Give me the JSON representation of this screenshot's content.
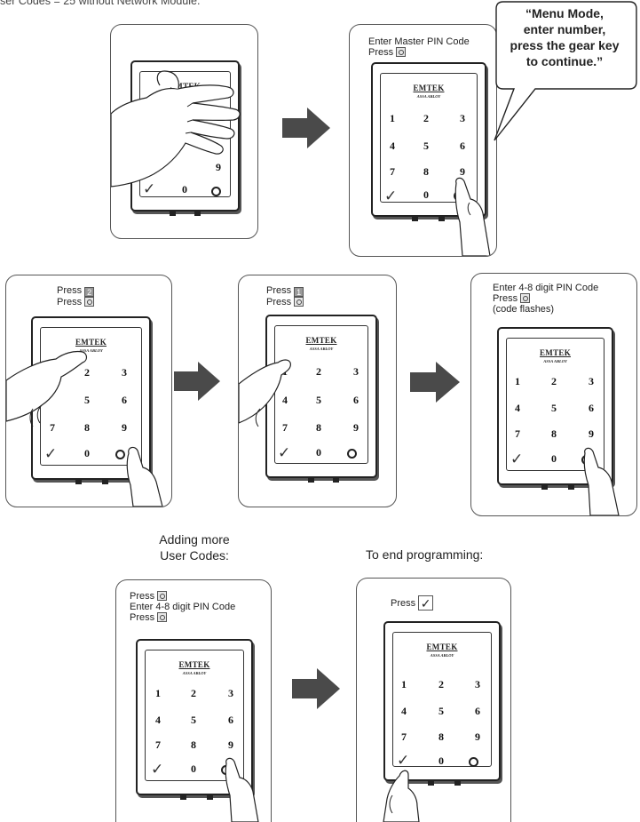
{
  "intro_text": "ser Codes = 25 without Network Module.",
  "brand": "EMTEK",
  "sub_brand": "ASSA ABLOY",
  "keypad_keys": [
    "1",
    "2",
    "3",
    "4",
    "5",
    "6",
    "7",
    "8",
    "9",
    "0"
  ],
  "bubble": {
    "line1": "“Menu Mode,",
    "line2": "enter number,",
    "line3": "press the gear key",
    "line4": "to continue.”"
  },
  "step2": {
    "line1": "Enter Master PIN Code",
    "line2": "Press"
  },
  "step3": {
    "line1": "Press",
    "line1_key": "2",
    "line2": "Press"
  },
  "step4": {
    "line1": "Press",
    "line1_key": "1",
    "line2": "Press"
  },
  "step5": {
    "line1": "Enter 4-8 digit PIN Code",
    "line2": "Press",
    "line3": "(code flashes)"
  },
  "adding": {
    "title1": "Adding more",
    "title2": "User Codes:",
    "line1": "Press",
    "line2": "Enter 4-8 digit PIN Code",
    "line3": "Press"
  },
  "ending": {
    "title": "To end programming:",
    "line1": "Press"
  },
  "colors": {
    "arrow": "#4a4a4a",
    "border": "#555555"
  }
}
